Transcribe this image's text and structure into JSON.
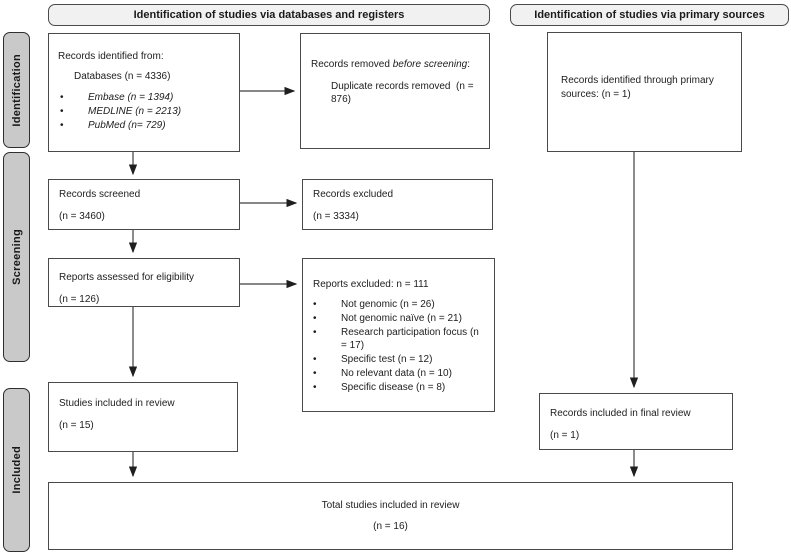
{
  "colors": {
    "header_bg": "#f1f1f1",
    "stage_bg": "#c9c9c9",
    "box_border": "#4a4a4a",
    "text": "#1d1d1d",
    "arrow": "#3f3f3f"
  },
  "headers": {
    "databases": "Identification of studies via databases and registers",
    "primary": "Identification of studies via primary sources"
  },
  "stages": {
    "identification": "Identification",
    "screening": "Screening",
    "included": "Included"
  },
  "boxes": {
    "records_identified": {
      "title": "Records identified from:",
      "databases": "Databases (n = 4336)",
      "bullet_glyph": "•",
      "sources": [
        "Embase (n = 1394)",
        "MEDLINE (n = 2213)",
        "PubMed (n= 729)"
      ]
    },
    "records_removed": {
      "title_prefix": "Records removed ",
      "title_italic": "before screening",
      "title_suffix": ":",
      "detail": "Duplicate records removed  (n = 876)"
    },
    "primary_identified": {
      "text": "Records identified through primary sources: (n = 1)"
    },
    "records_screened": {
      "title": "Records screened",
      "count": "(n = 3460)"
    },
    "records_excluded": {
      "title": "Records excluded",
      "count": "(n = 3334)"
    },
    "reports_assessed": {
      "title": "Reports assessed for eligibility",
      "count": "(n = 126)"
    },
    "reports_excluded": {
      "title": "Reports excluded: n = 111",
      "bullet_glyph": "•",
      "reasons": [
        "Not genomic (n = 26)",
        "Not genomic naïve (n = 21)",
        "Research participation focus (n = 17)",
        "Specific test (n = 12)",
        "No relevant data (n = 10)",
        "Specific disease (n = 8)"
      ]
    },
    "studies_included": {
      "title": "Studies included in review",
      "count": "(n = 15)"
    },
    "final_review": {
      "title": "Records included in final review",
      "count": "(n = 1)"
    },
    "total": {
      "title": "Total studies included in review",
      "count": "(n = 16)"
    }
  }
}
